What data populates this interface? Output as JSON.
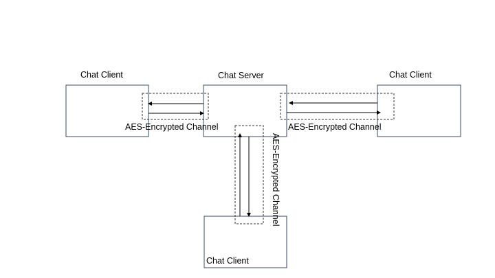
{
  "nodes": {
    "client_left": {
      "label": "Chat Client"
    },
    "server": {
      "label": "Chat Server"
    },
    "client_right": {
      "label": "Chat Client"
    },
    "client_bottom": {
      "label": "Chat Client"
    }
  },
  "channels": {
    "left": {
      "label": "AES-Encrypted Channel"
    },
    "right": {
      "label": "AES-Encrypted Channel"
    },
    "bottom": {
      "label": "AES-Encrypted Channel"
    }
  },
  "colors": {
    "box_stroke": "#3a4a5c",
    "dashed_stroke": "#333333",
    "arrow": "#000000",
    "background": "#ffffff"
  }
}
